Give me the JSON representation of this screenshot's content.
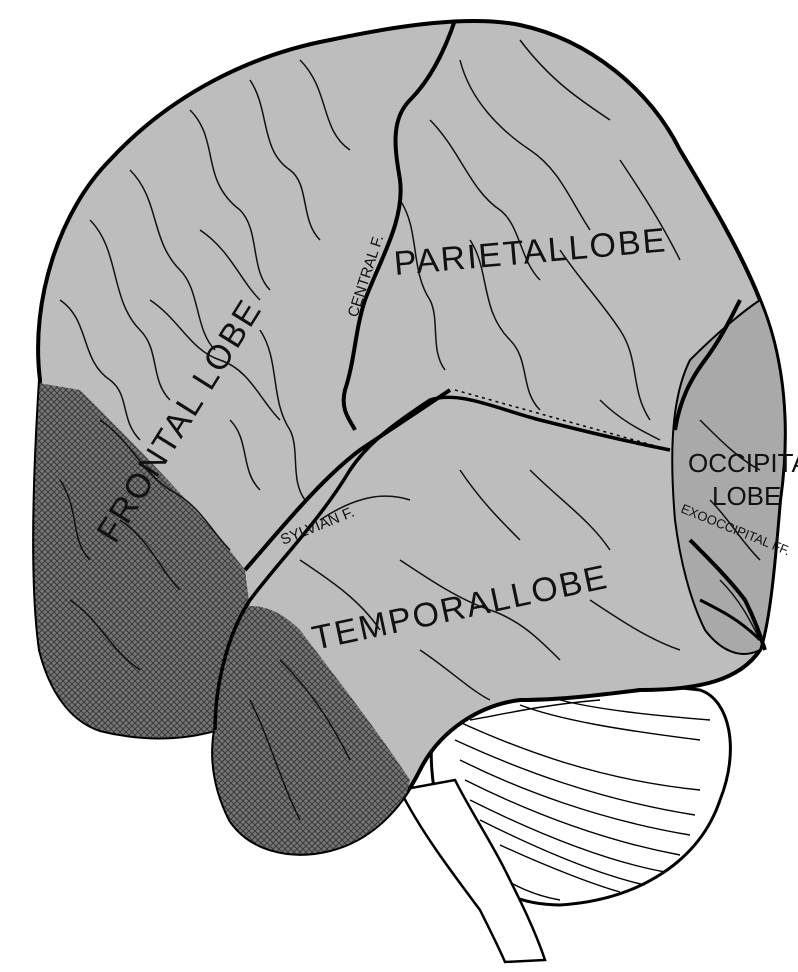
{
  "labels": {
    "frontal_lobe": "FRONTAL LOBE",
    "parietal_lobe": "PARIETALLOBE",
    "temporal_lobe": "TEMPORALLOBE",
    "occipital_lobe_line1": "OCCIPITAL",
    "occipital_lobe_line2": "LOBE",
    "central_fissure": "CENTRAL F.",
    "sylvian_fissure": "SYLVIAN F.",
    "exooccipital_fissure": "EXOOCCIPITAL FF."
  },
  "colors": {
    "cortex": "#bdbdbd",
    "occipital": "#a9a9a9",
    "hatched_region": "#6e6e6e",
    "cerebellum": "#ffffff",
    "outline": "#000000"
  }
}
